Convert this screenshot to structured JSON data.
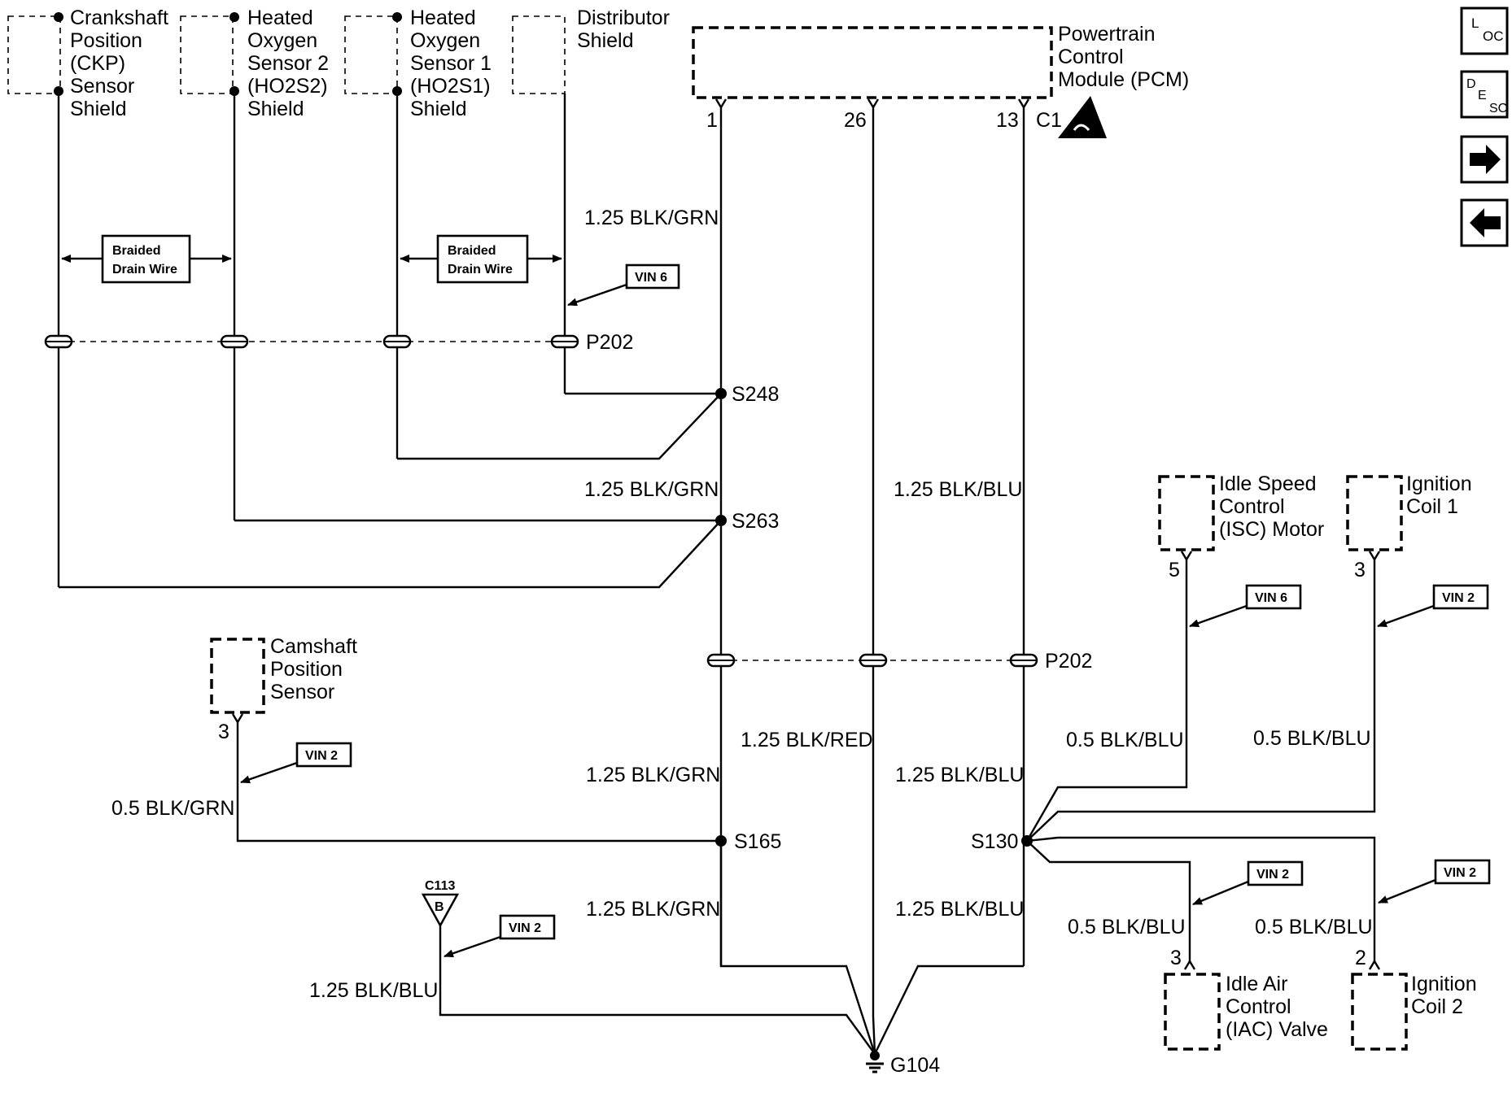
{
  "components": {
    "ckp": [
      "Crankshaft",
      "Position",
      "(CKP)",
      "Sensor",
      "Shield"
    ],
    "ho2s2": [
      "Heated",
      "Oxygen",
      "Sensor 2",
      "(HO2S2)",
      "Shield"
    ],
    "ho2s1": [
      "Heated",
      "Oxygen",
      "Sensor 1",
      "(HO2S1)",
      "Shield"
    ],
    "distributor": [
      "Distributor",
      "Shield"
    ],
    "pcm": [
      "Powertrain",
      "Control",
      "Module (PCM)"
    ],
    "isc": [
      "Idle Speed",
      "Control",
      "(ISC) Motor"
    ],
    "coil1": [
      "Ignition",
      "Coil 1"
    ],
    "cmp": [
      "Camshaft",
      "Position",
      "Sensor"
    ],
    "iac": [
      "Idle Air",
      "Control",
      "(IAC) Valve"
    ],
    "coil2": [
      "Ignition",
      "Coil 2"
    ]
  },
  "pcm_connector": "C1",
  "pins": {
    "pcm_1": "1",
    "pcm_26": "26",
    "pcm_13": "13",
    "isc": "5",
    "coil1": "3",
    "cmp": "3",
    "iac": "3",
    "coil2": "2"
  },
  "braided": [
    "Braided",
    "Drain Wire"
  ],
  "vin": {
    "vin6_top": "VIN 6",
    "vin6_isc": "VIN 6",
    "vin2_coil1": "VIN 2",
    "vin2_cmp": "VIN 2",
    "vin2_c113": "VIN 2",
    "vin2_iac": "VIN 2",
    "vin2_coil2": "VIN 2"
  },
  "connectors": {
    "p202_top": "P202",
    "p202_mid": "P202",
    "c113": "C113",
    "c113_pin": "B"
  },
  "splices": {
    "s248": "S248",
    "s263": "S263",
    "s165": "S165",
    "s130": "S130"
  },
  "ground": "G104",
  "wires": {
    "w1": "1.25 BLK/GRN",
    "w2": "1.25 BLK/GRN",
    "w3": "1.25 BLK/BLU",
    "w4": "1.25 BLK/RED",
    "w5": "1.25 BLK/GRN",
    "w6": "1.25 BLK/BLU",
    "w7": "0.5 BLK/GRN",
    "w8": "1.25 BLK/GRN",
    "w9": "1.25 BLK/BLU",
    "w10": "1.25 BLK/BLU",
    "w11": "0.5 BLK/BLU",
    "w12": "0.5 BLK/BLU",
    "w13": "0.5 BLK/BLU",
    "w14": "0.5 BLK/BLU"
  },
  "nav": {
    "loc": {
      "main": "L",
      "sub": "OC"
    },
    "desc": {
      "main": "D",
      "mid": "E",
      "sub": "SC"
    }
  }
}
